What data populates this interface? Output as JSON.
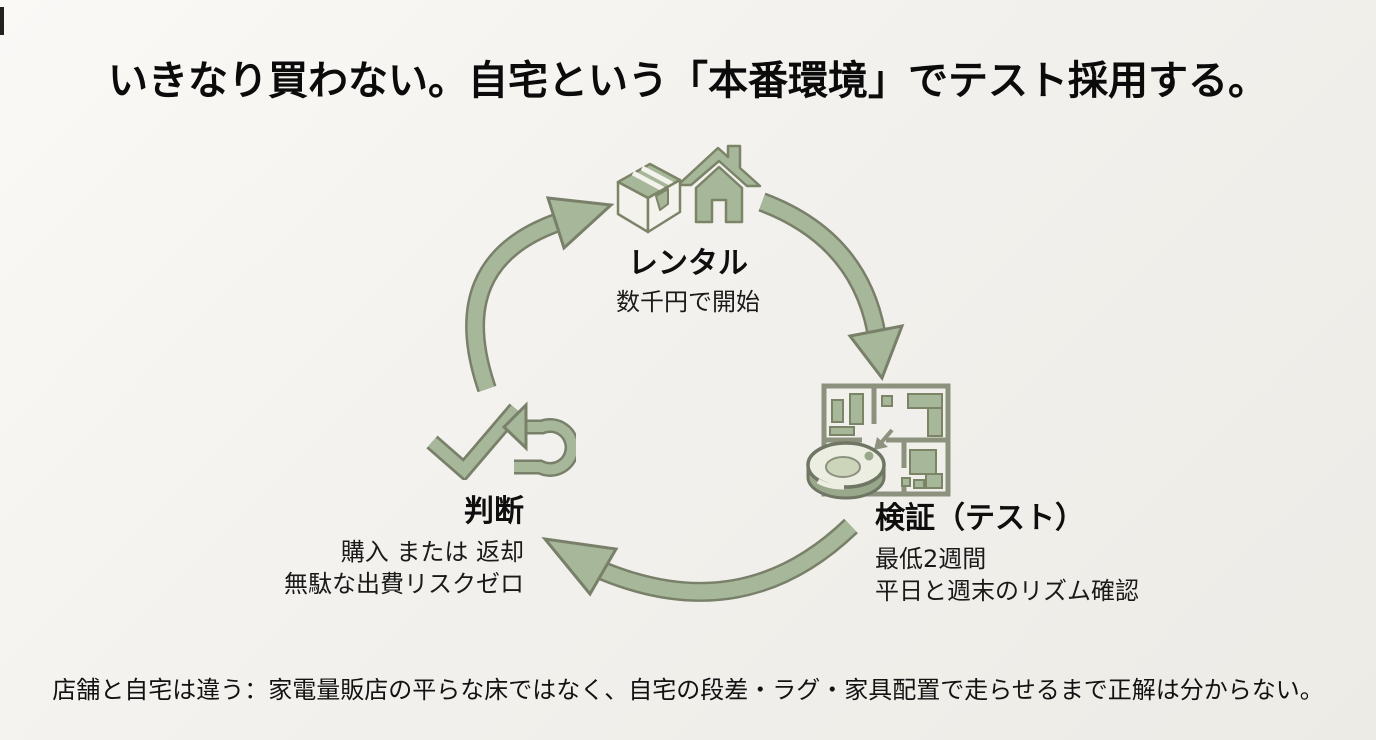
{
  "header": {
    "title": "いきなり買わない。自宅という「本番環境」でテスト採用する。"
  },
  "cycle": {
    "steps": [
      {
        "id": "rental",
        "label": "レンタル",
        "lines": [
          "数千円で開始"
        ]
      },
      {
        "id": "test",
        "label": "検証（テスト）",
        "lines": [
          "最低2週間",
          "平日と週末のリズム確認"
        ]
      },
      {
        "id": "decision",
        "label": "判断",
        "lines": [
          "購入 または 返却",
          "無駄な出費リスクゼロ"
        ]
      }
    ],
    "icons": {
      "rental": "shipping-box-and-house-icon",
      "test": "floorplan-with-robot-vacuum-icon",
      "decision": "checkmark-and-return-arrow-icon"
    },
    "direction": "clockwise"
  },
  "footer": {
    "note": "店舗と自宅は違う：家電量販店の平らな床ではなく、自宅の段差・ラグ・家具配置で走らせるまで正解は分からない。"
  },
  "colors": {
    "background": "#f2f0ec",
    "text": "#141414",
    "accent_sage": "#a7b79a",
    "accent_outline": "#79806a",
    "plan_line": "#8d927e",
    "robot_top": "#edeee2"
  }
}
